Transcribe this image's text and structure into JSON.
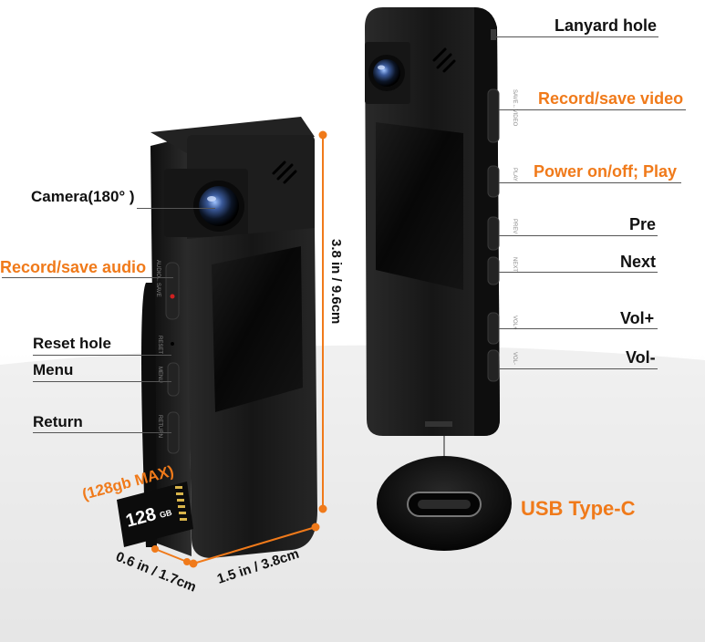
{
  "labels": {
    "camera": "Camera(180° )",
    "record_audio": "Record/save audio",
    "reset_hole": "Reset hole",
    "menu": "Menu",
    "return": "Return",
    "lanyard_hole": "Lanyard hole",
    "record_video": "Record/save video",
    "power": "Power on/off; Play",
    "pre": "Pre",
    "next": "Next",
    "vol_up": "Vol+",
    "vol_down": "Vol-",
    "usb": "USB Type-C",
    "height": "3.8 in / 9.6cm",
    "width": "1.5 in / 3.8cm",
    "depth": "0.6 in / 1.7cm",
    "sd_max": "(128gb MAX)",
    "sd_card": "128",
    "sd_unit": "GB"
  },
  "button_marks": {
    "left_audio": "AUDIO←SAVE",
    "left_reset": "RESET",
    "left_menu": "MENU",
    "left_return": "RETURN",
    "right_save_video": "SAVE←VIDEO",
    "right_play": "PLAY",
    "right_prev": "PREV",
    "right_next": "NEXT",
    "right_volup": "VOL+",
    "right_voldown": "VOL-"
  },
  "colors": {
    "accent": "#f07a1a",
    "device": "#1a1a1a",
    "screen": "#0b0b0b"
  }
}
